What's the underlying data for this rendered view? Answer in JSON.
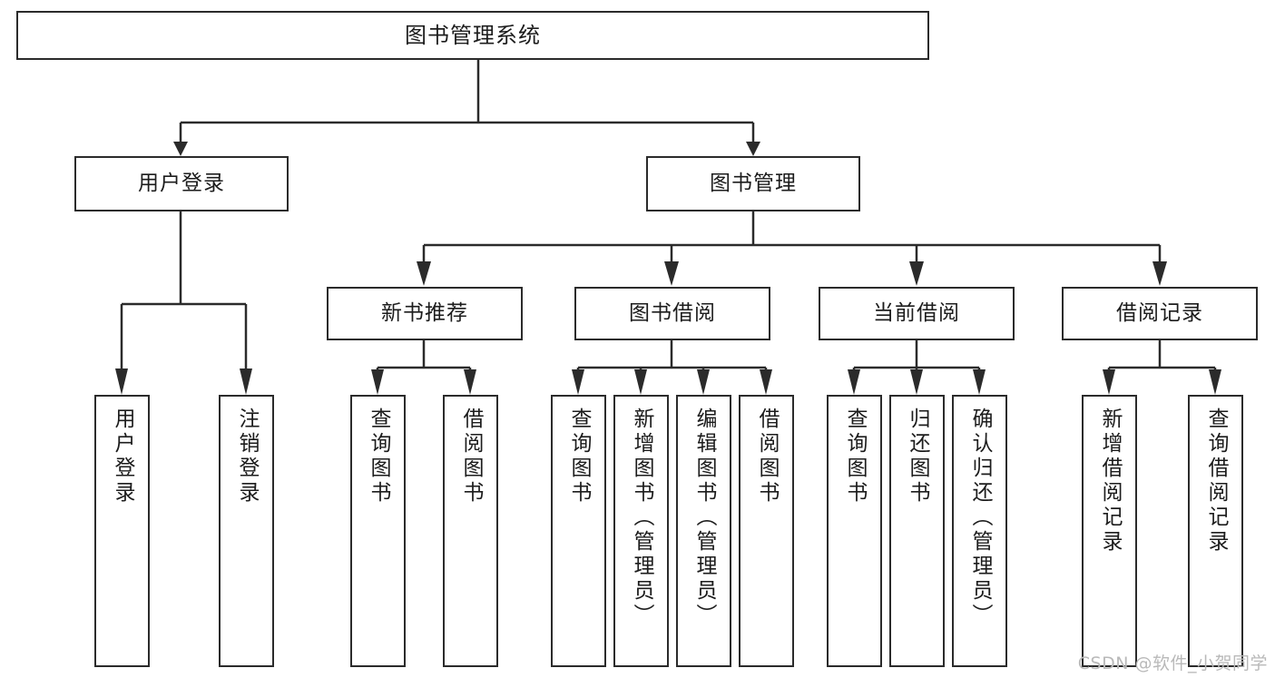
{
  "diagram": {
    "type": "tree",
    "title": "图书管理系统",
    "watermark": "CSDN @软件_小贺同学",
    "colors": {
      "stroke": "#2b2b2b",
      "text": "#1c1c1c",
      "background": "#ffffff",
      "watermark": "#b9b9b9"
    },
    "nodes": {
      "root": {
        "label": "图书管理系统"
      },
      "level1": [
        {
          "key": "user_login",
          "label": "用户登录"
        },
        {
          "key": "book_manage",
          "label": "图书管理"
        }
      ],
      "level2": [
        {
          "key": "new_book_recommend",
          "label": "新书推荐"
        },
        {
          "key": "book_borrow",
          "label": "图书借阅"
        },
        {
          "key": "current_borrow",
          "label": "当前借阅"
        },
        {
          "key": "borrow_record",
          "label": "借阅记录"
        }
      ],
      "leaves": {
        "user_login": [
          {
            "key": "leaf_user_login",
            "label": "用户登录"
          },
          {
            "key": "leaf_user_logout",
            "label": "注销登录"
          }
        ],
        "new_book_recommend": [
          {
            "key": "leaf_query_book_1",
            "label": "查询图书"
          },
          {
            "key": "leaf_borrow_book_1",
            "label": "借阅图书"
          }
        ],
        "book_borrow": [
          {
            "key": "leaf_query_book_2",
            "label": "查询图书"
          },
          {
            "key": "leaf_add_book",
            "label": "新增图书（管理员）"
          },
          {
            "key": "leaf_edit_book",
            "label": "编辑图书（管理员）"
          },
          {
            "key": "leaf_borrow_book_2",
            "label": "借阅图书"
          }
        ],
        "current_borrow": [
          {
            "key": "leaf_query_book_3",
            "label": "查询图书"
          },
          {
            "key": "leaf_return_book",
            "label": "归还图书"
          },
          {
            "key": "leaf_confirm_return",
            "label": "确认归还（管理员）"
          }
        ],
        "borrow_record": [
          {
            "key": "leaf_add_record",
            "label": "新增借阅记录"
          },
          {
            "key": "leaf_query_record",
            "label": "查询借阅记录"
          }
        ]
      }
    }
  }
}
